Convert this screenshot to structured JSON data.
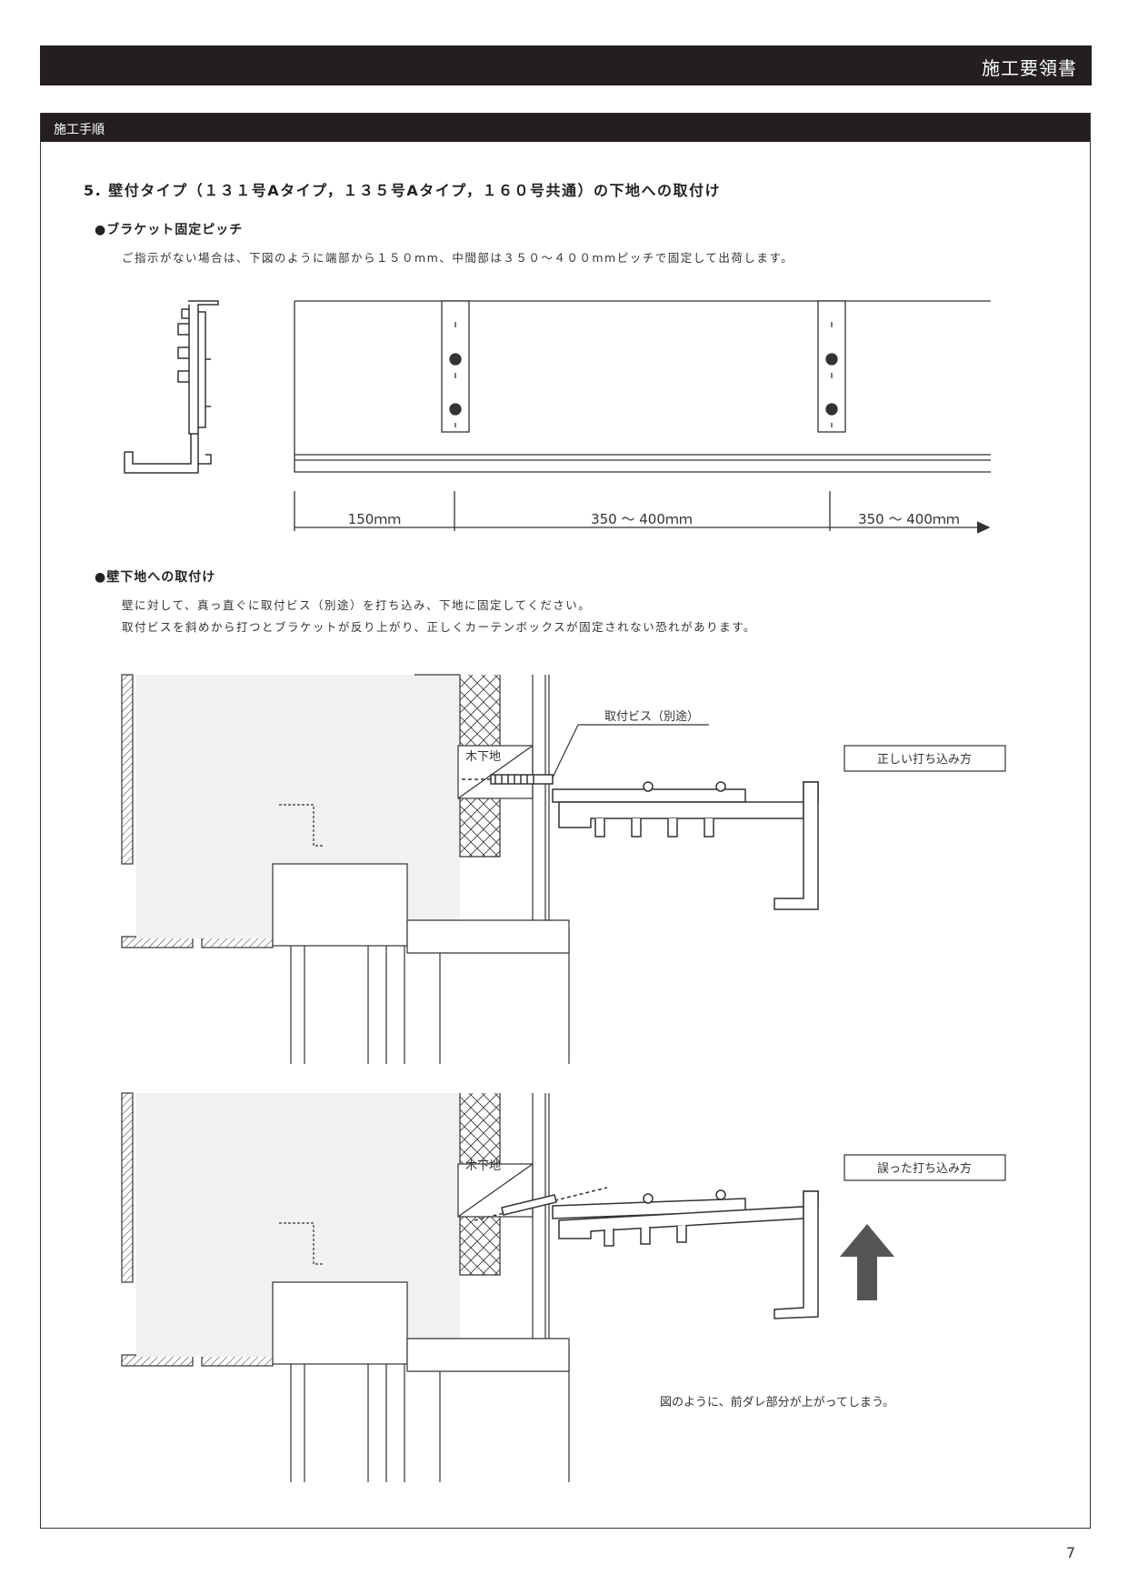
{
  "header": {
    "title": "施工要領書"
  },
  "section": {
    "label": "施工手順"
  },
  "heading": "5. 壁付タイプ（１３１号Aタイプ，１３５号Aタイプ，１６０号共通）の下地への取付け",
  "pitch": {
    "title": "●ブラケット固定ピッチ",
    "text": "ご指示がない場合は、下図のように端部から１５０mm、中間部は３５０～４００mmピッチで固定して出荷します。",
    "dims": [
      "150ｍｍ",
      "350 ～ 400ｍｍ",
      "350 ～ 400ｍｍ"
    ]
  },
  "mount": {
    "title": "●壁下地への取付け",
    "text1": "壁に対して、真っ直ぐに取付ビス（別途）を打ち込み、下地に固定してください。",
    "text2": "取付ビスを斜めから打つとブラケットが反り上がり、正しくカーテンボックスが固定されない恐れがあります。"
  },
  "figure1": {
    "wood_label": "木下地",
    "screw_label": "取付ビス（別途）",
    "caption": "正しい打ち込み方"
  },
  "figure2": {
    "wood_label": "木下地",
    "caption": "誤った打ち込み方",
    "note": "図のように、前ダレ部分が上がってしまう。"
  },
  "page_number": "7"
}
